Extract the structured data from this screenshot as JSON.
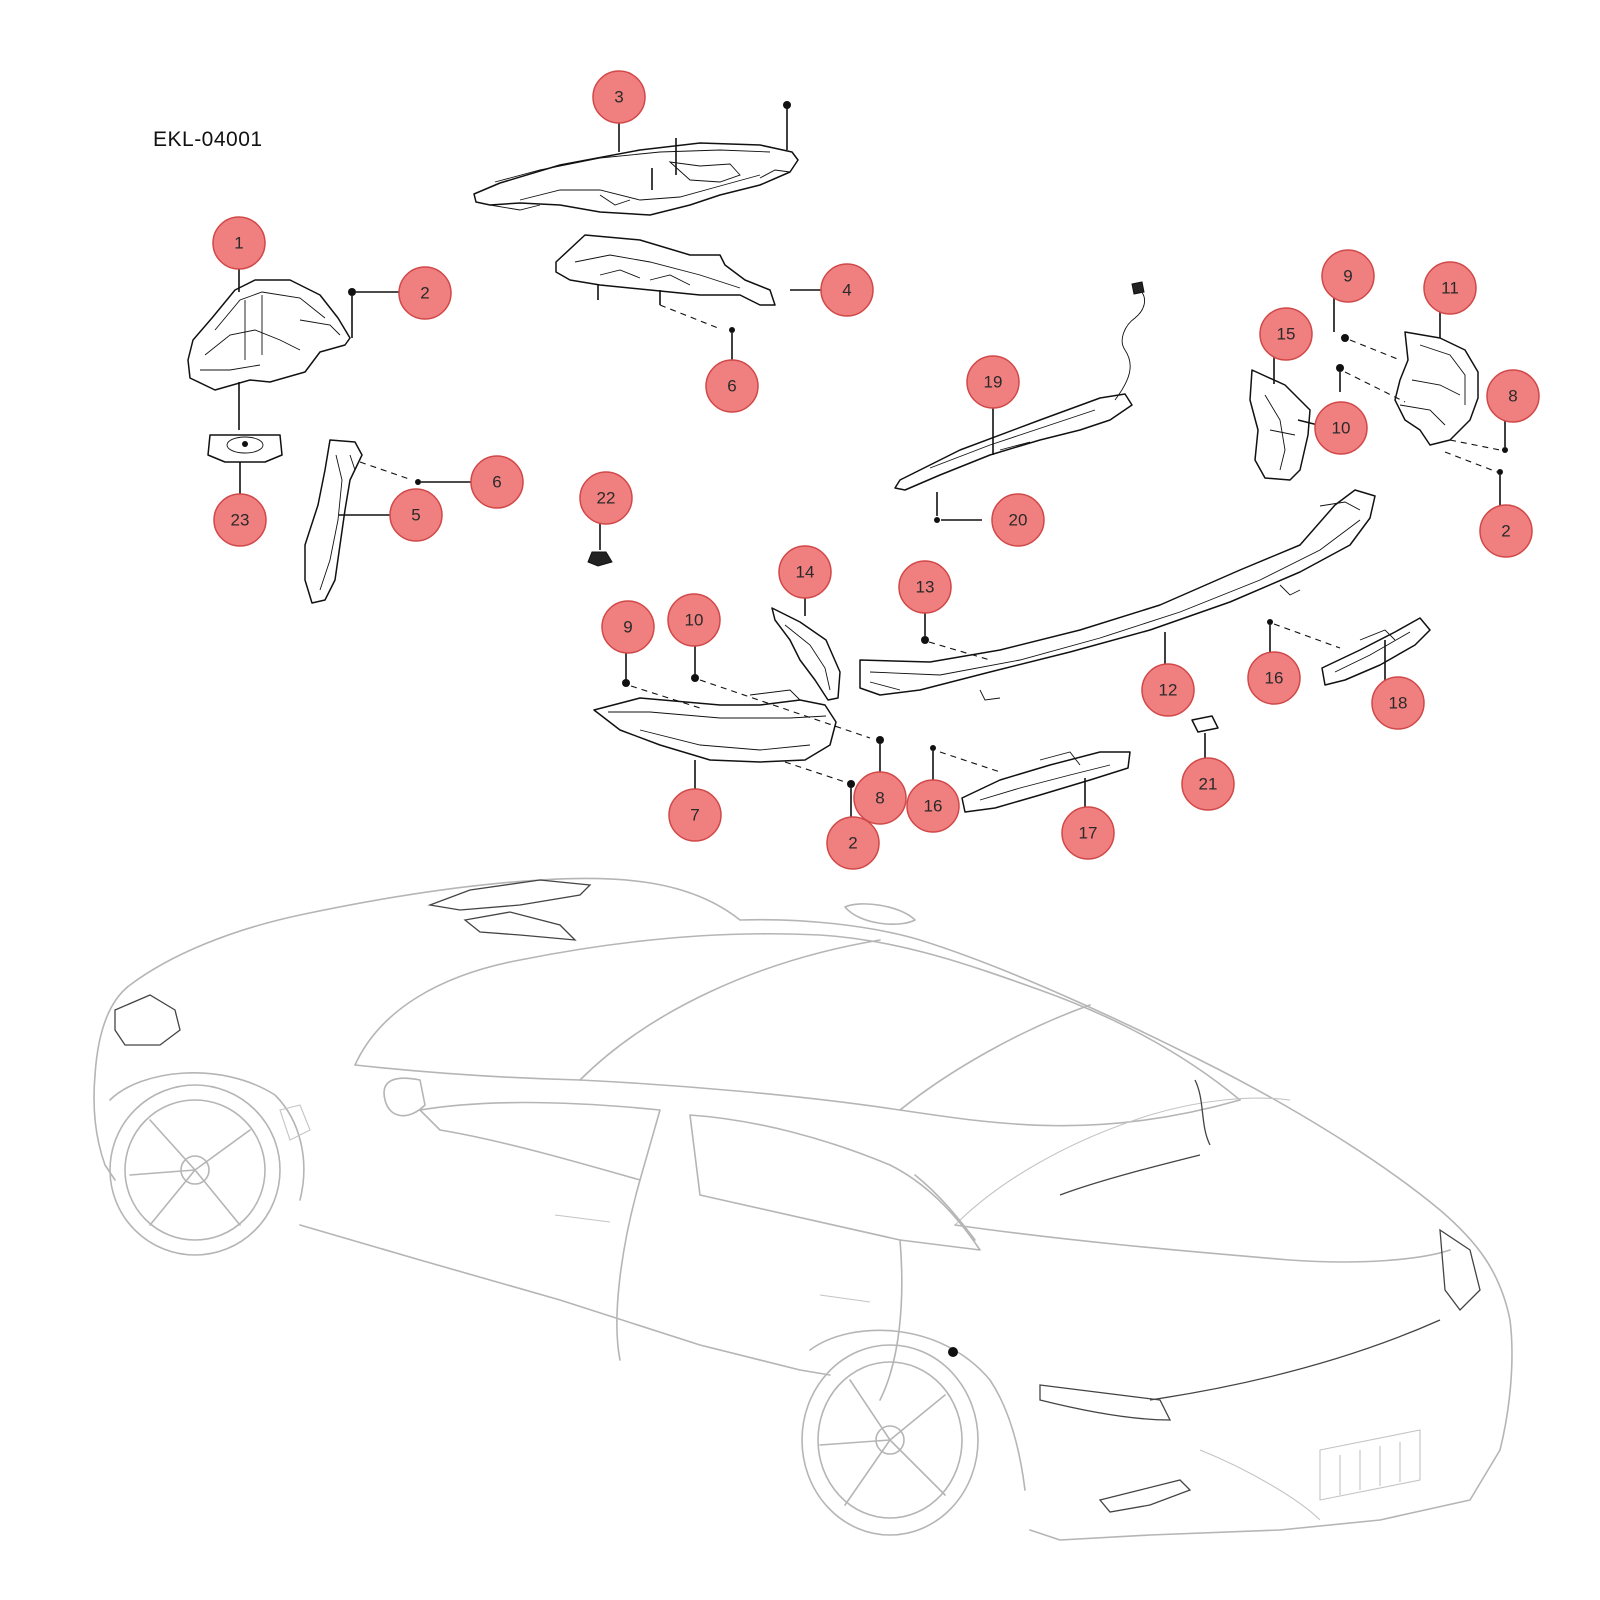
{
  "diagram": {
    "code": "EKL-04001",
    "callouts": [
      "1",
      "2",
      "3",
      "4",
      "5",
      "6",
      "7",
      "8",
      "9",
      "10",
      "11",
      "12",
      "13",
      "14",
      "15",
      "16",
      "17",
      "18",
      "19",
      "20",
      "21",
      "22",
      "23"
    ],
    "colors": {
      "callout_fill": "#f07f7f",
      "callout_stroke": "#d14848",
      "line": "#111111",
      "car_outline": "#b5b5b5"
    }
  }
}
